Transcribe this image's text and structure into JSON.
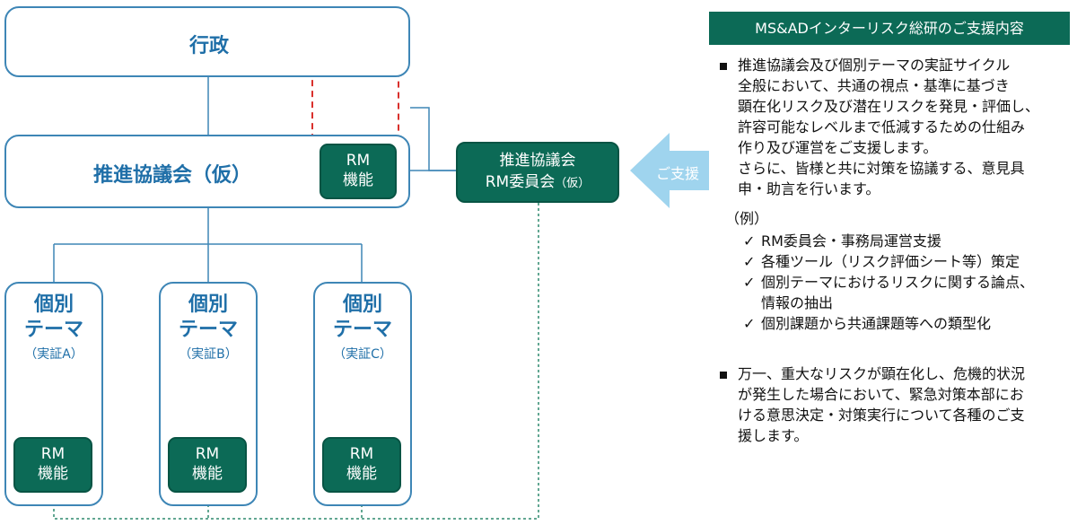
{
  "admin": {
    "title": "行政"
  },
  "council": {
    "title": "推進協議会（仮）"
  },
  "rm_function": {
    "line1": "RM",
    "line2": "機能"
  },
  "council_rm": {
    "line1": "推進協議会",
    "line2": "RM委員会",
    "line2_suffix": "（仮）"
  },
  "support_arrow": {
    "label": "ご支援"
  },
  "themes": [
    {
      "line1": "個別",
      "line2": "テーマ",
      "sub": "（実証A）"
    },
    {
      "line1": "個別",
      "line2": "テーマ",
      "sub": "（実証B）"
    },
    {
      "line1": "個別",
      "line2": "テーマ",
      "sub": "（実証C）"
    }
  ],
  "support": {
    "header": "MS&ADインターリスク総研のご支援内容",
    "para1": [
      "推進協議会及び個別テーマの実証サイクル",
      "全般において、共通の視点・基準に基づき",
      "顕在化リスク及び潜在リスクを発見・評価し、",
      "許容可能なレベルまで低減するための仕組み",
      "作り及び運営をご支援します。",
      "さらに、皆様と共に対策を協議する、意見具",
      "申・助言を行います。"
    ],
    "example_label": "（例）",
    "examples": [
      "RM委員会・事務局運営支援",
      "各種ツール（リスク評価シート等）策定",
      "個別テーマにおけるリスクに関する論点、",
      "情報の抽出",
      "個別課題から共通課題等への類型化"
    ],
    "check_mark": "✓",
    "para2": [
      "万一、重大なリスクが顕在化し、危機的状況",
      "が発生した場合において、緊急対策本部にお",
      "ける意思決定・対策実行について各種のご支",
      "援します。"
    ]
  },
  "colors": {
    "box_border": "#3e86b6",
    "title_text": "#1f6fa8",
    "rm_fill": "#0c6a56",
    "arrow_fill": "#9fd4ee",
    "dashed_red": "#d9302c",
    "dotted_green": "#2f8a6e",
    "connector": "#3e86b6"
  }
}
